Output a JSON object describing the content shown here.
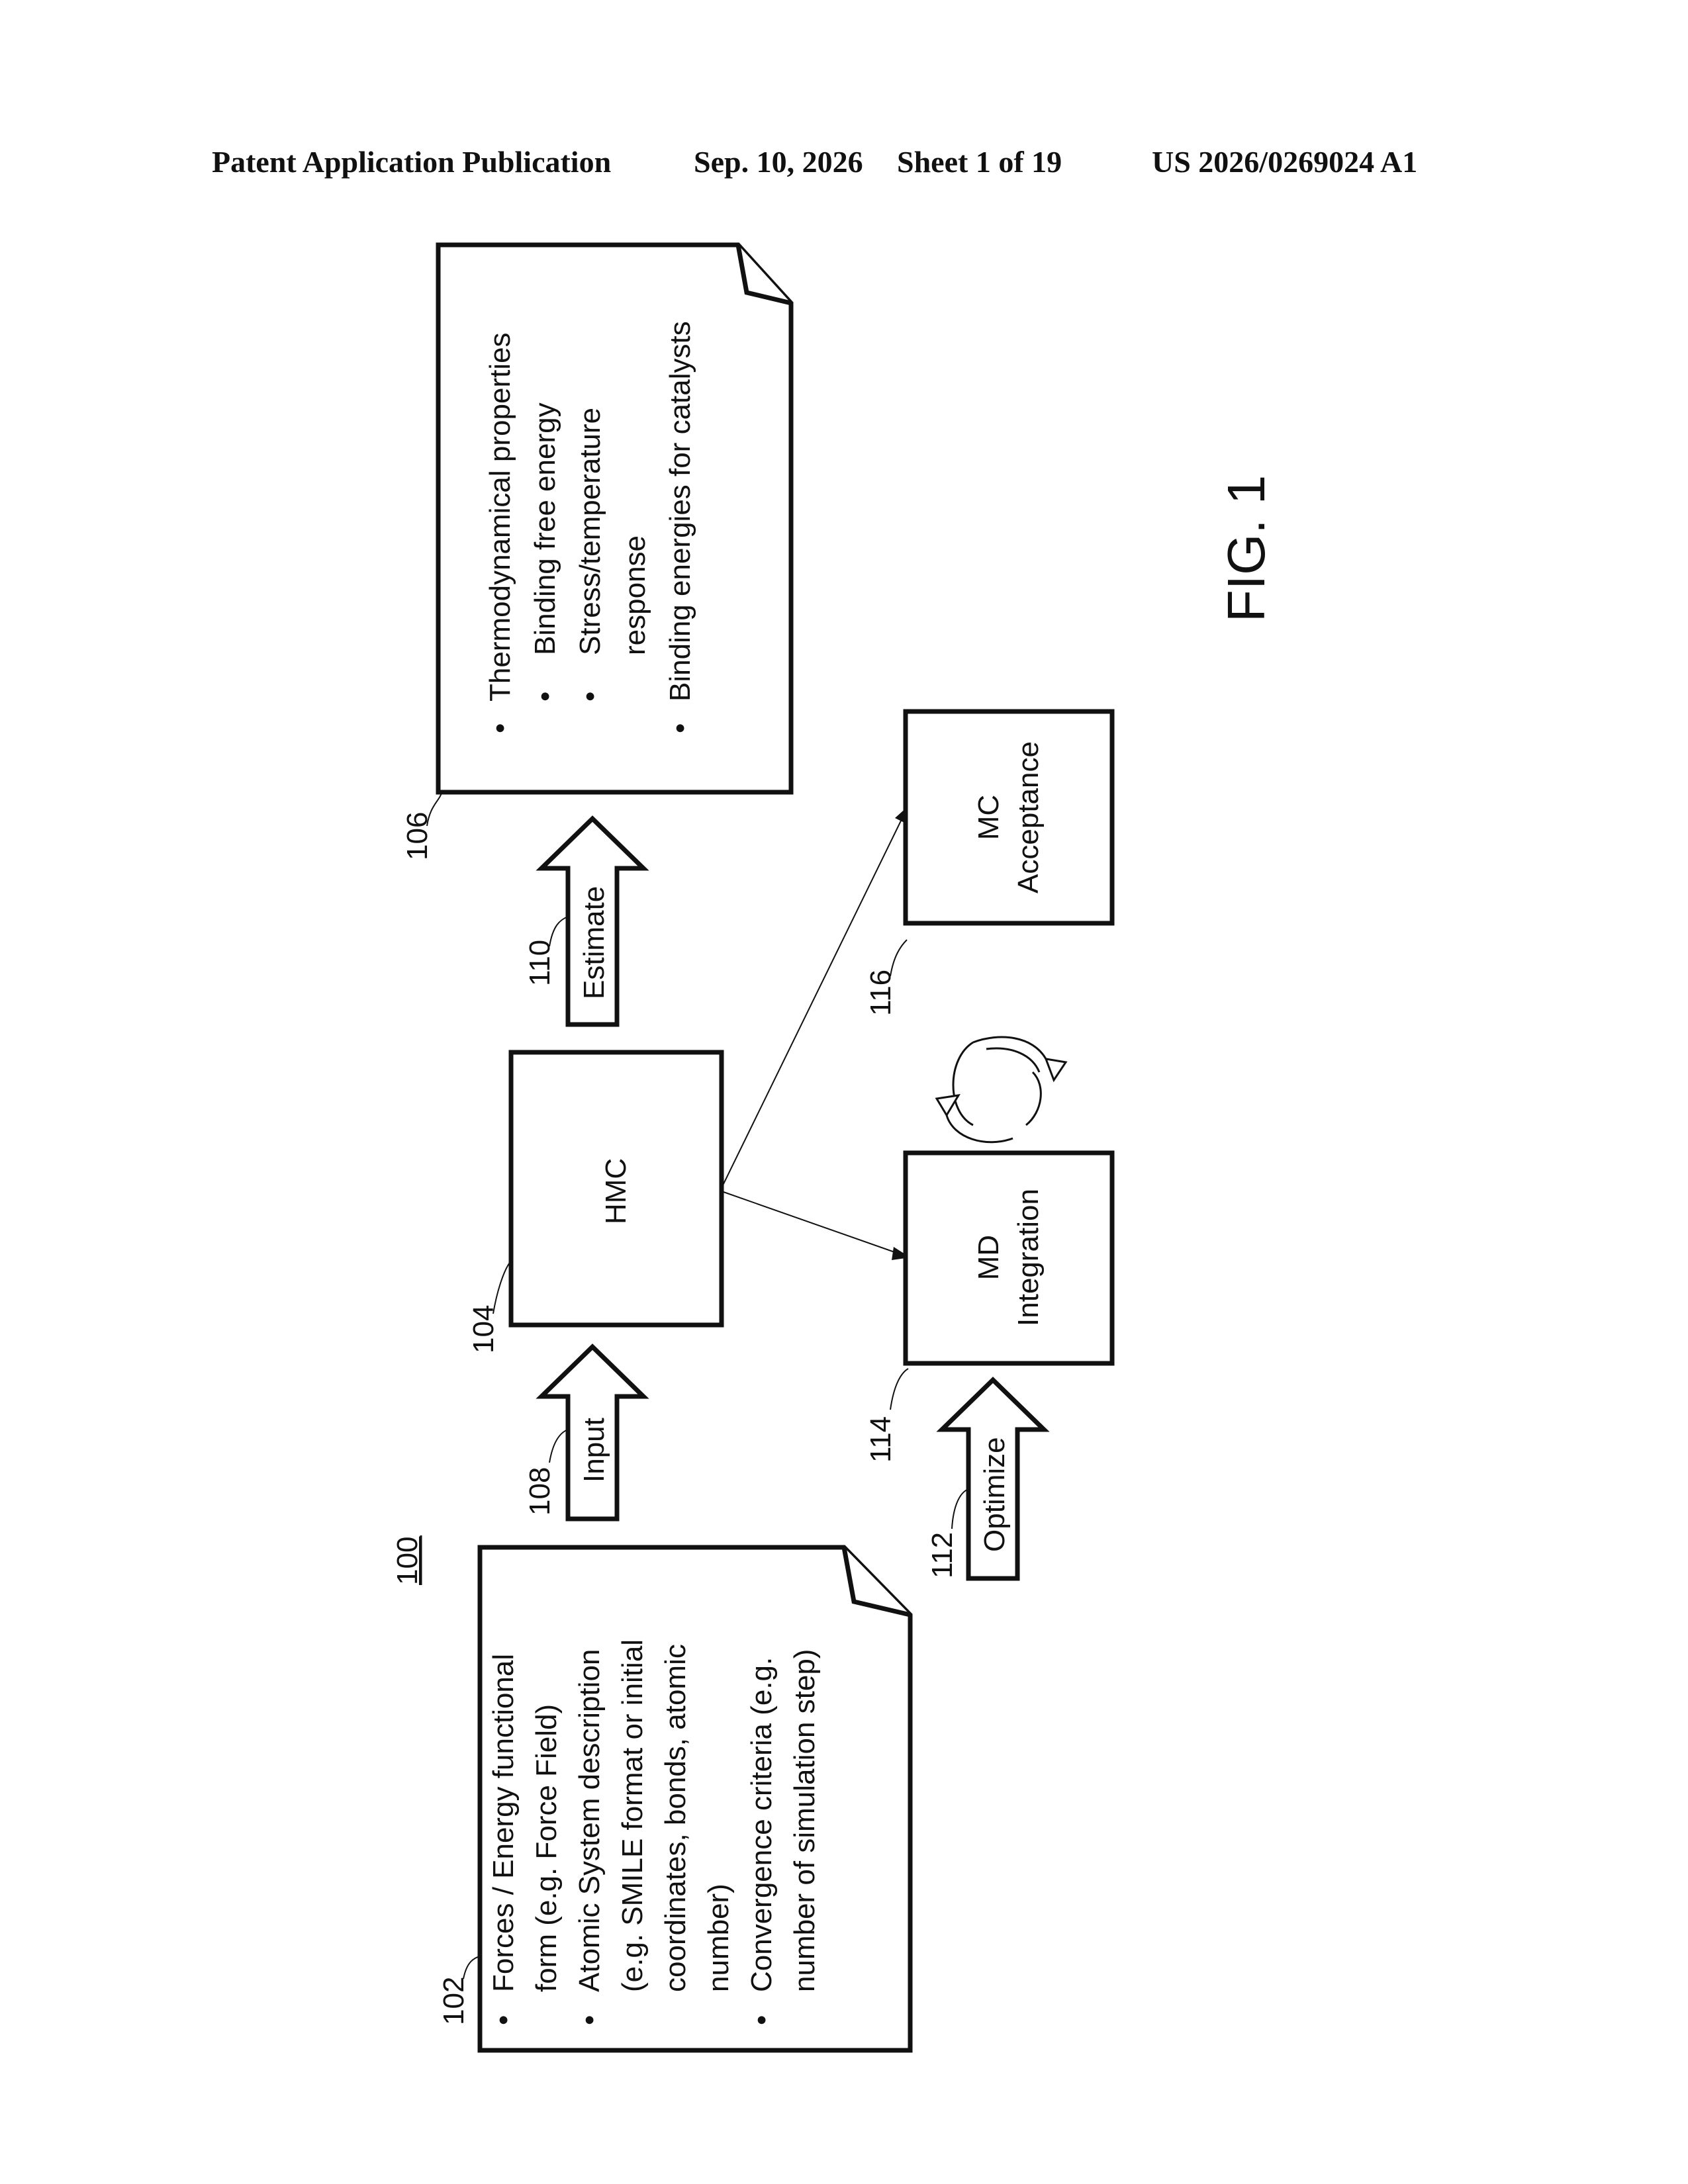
{
  "header": {
    "publication": "Patent Application Publication",
    "date": "Sep. 10, 2026",
    "sheet": "Sheet 1 of 19",
    "number": "US 2026/0269024 A1"
  },
  "figure": {
    "label": "FIG. 1",
    "ref_100": "100",
    "input_note": {
      "ref": "102",
      "lines": [
        "Forces / Energy functional",
        "form (e.g. Force Field)",
        "Atomic System description",
        "(e.g. SMILE format or initial",
        "coordinates, bonds, atomic",
        "number)",
        "Convergence criteria (e.g.",
        "number of simulation step)"
      ]
    },
    "input_arrow": {
      "ref": "108",
      "label": "Input"
    },
    "hmc_box": {
      "ref": "104",
      "label": "HMC"
    },
    "estimate_arrow": {
      "ref": "110",
      "label": "Estimate"
    },
    "output_note": {
      "ref": "106",
      "lines": [
        "Thermodynamical properties",
        "Binding free energy",
        "Stress/temperature",
        "response",
        "Binding energies for catalysts"
      ]
    },
    "optimize_arrow": {
      "ref": "112",
      "label": "Optimize"
    },
    "md_box": {
      "ref": "114",
      "line1": "MD",
      "line2": "Integration"
    },
    "mc_box": {
      "ref": "116",
      "line1": "MC",
      "line2": "Acceptance"
    },
    "bullet": "•"
  }
}
